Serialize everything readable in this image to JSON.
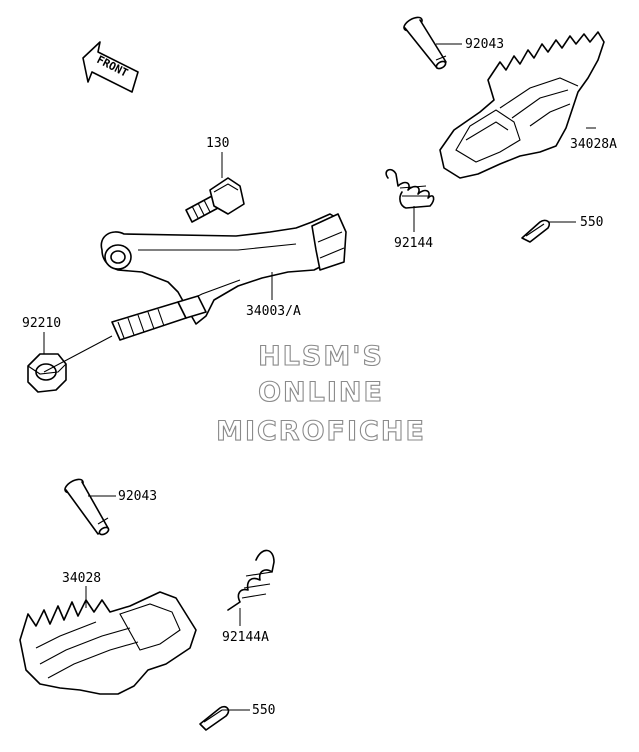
{
  "watermark": {
    "line1": "HLSM'S",
    "line2": "ONLINE",
    "line3": "MICROFICHE"
  },
  "front_arrow": {
    "label": "FRONT"
  },
  "labels": {
    "pin_top": "92043",
    "step_right": "34028A",
    "bolt": "130",
    "spring_top": "92144",
    "cotter_top": "550",
    "bracket": "34003/A",
    "nut": "92210",
    "pin_bottom": "92043",
    "step_left": "34028",
    "spring_bottom": "92144A",
    "cotter_bottom": "550"
  }
}
